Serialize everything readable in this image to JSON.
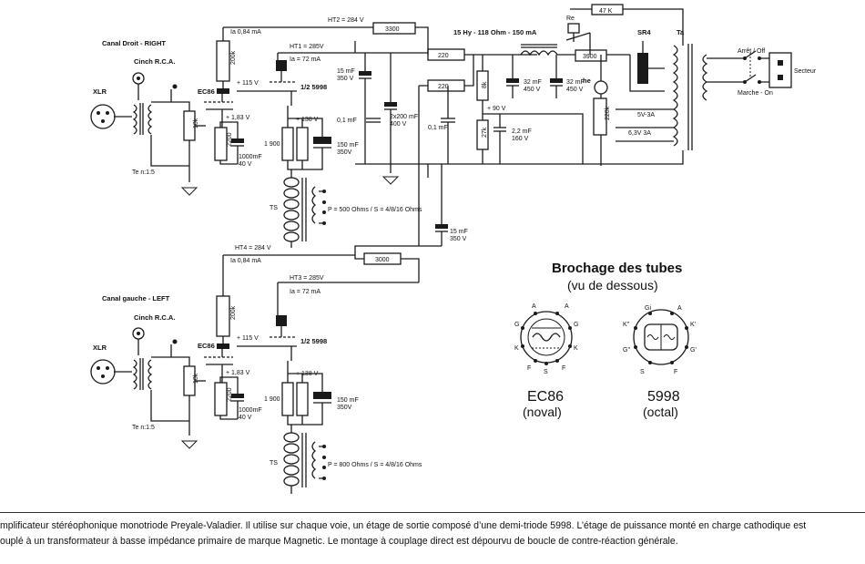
{
  "right": {
    "channel": "Canal Droit  -  RIGHT",
    "cinch": "Cinch R.C.A.",
    "xlr": "XLR",
    "ecc": "EC86",
    "half5998": "1/2  5998",
    "ht2": "HT2 = 284 V",
    "ia1": "Ia 0,84 mA",
    "ht1": "HT1 = 285V",
    "ia2": "Ia = 72 mA",
    "v115": "+ 115 V",
    "v183": "+ 1,83 V",
    "v138": "+ 138 V",
    "r200k": "200k",
    "r10k": "10k",
    "r2200": "2200",
    "c1000": "1000mF\n40 V",
    "r1900": "1 900",
    "c150": "150 mF\n350V",
    "ts": "TS",
    "tsspec": "P = 500 Ohms / S = 4/8/16 Ohms",
    "tein": "Te n:1:5"
  },
  "left": {
    "channel": "Canal gauche  -  LEFT",
    "cinch": "Cinch R.C.A.",
    "xlr": "XLR",
    "ecc": "EC86",
    "half5998": "1/2  5998",
    "ht4": "HT4 = 284 V",
    "ia1": "Ia 0,84 mA",
    "ht3": "HT3 = 285V",
    "ia2": "Ia = 72 mA",
    "v115": "+ 115 V",
    "v183": "+ 1,83 V",
    "v138": "+ 138 V",
    "r200k": "200k",
    "r10k": "10k",
    "r2200": "2200",
    "c1000": "1000mF\n40 V",
    "r1900": "1 900",
    "c150": "150 mF\n350V",
    "ts": "TS",
    "tsspec": "P = 800 Ohms / S = 4/8/16 Ohms",
    "tein": "Te n:1:5"
  },
  "psu": {
    "r3300": "3300",
    "r3000": "3000",
    "r220a": "220",
    "r220b": "220",
    "choke": "15 Hy  -  118 Ohm  -  150 mA",
    "r3900": "3900",
    "r47k": "47 K",
    "re": "Re",
    "sr4": "SR4",
    "ta": "Ta",
    "he": "he",
    "c15a": "15 mF\n350 V",
    "c01a": "0,1 mF",
    "c2x200": "2x200 mF\n400 V",
    "c01b": "0,1 mF",
    "r8k": "8k",
    "v90": "+ 90 V",
    "r27k": "27k",
    "c22": "2,2 mF\n160 V",
    "c32a": "32 mF\n450 V",
    "c32b": "32 mF\n450 V",
    "r220k": "220k",
    "v5": "5V-3A",
    "v63": "6,3V 3A",
    "c15b": "15 mF\n350 V",
    "onoff": "Arrêt / Off",
    "marche": "Marche - On",
    "secteur": "Secteur"
  },
  "pinout": {
    "title": "Brochage des tubes",
    "subtitle": "(vu de dessous)",
    "ec86_name": "EC86",
    "ec86_type": "(noval)",
    "t5998_name": "5998",
    "t5998_type": "(octal)",
    "ec86_pins": [
      "A",
      "A",
      "G",
      "G",
      "K",
      "K",
      "F",
      "F",
      "S"
    ],
    "t5998_pins": [
      "Gi",
      "A",
      "K''",
      "K'",
      "G''",
      "G'",
      "S",
      "F"
    ]
  },
  "caption": {
    "line1": "mplificateur stéréophonique monotriode Preyale-Valadier. Il utilise sur chaque voie, un étage de sortie composé d’une demi-triode 5998. L’étage de puissance monté en charge cathodique est",
    "line2": "ouplé à un transformateur à basse impédance primaire de marque Magnetic. Le montage à couplage direct est dépourvu de boucle de contre-réaction générale."
  }
}
